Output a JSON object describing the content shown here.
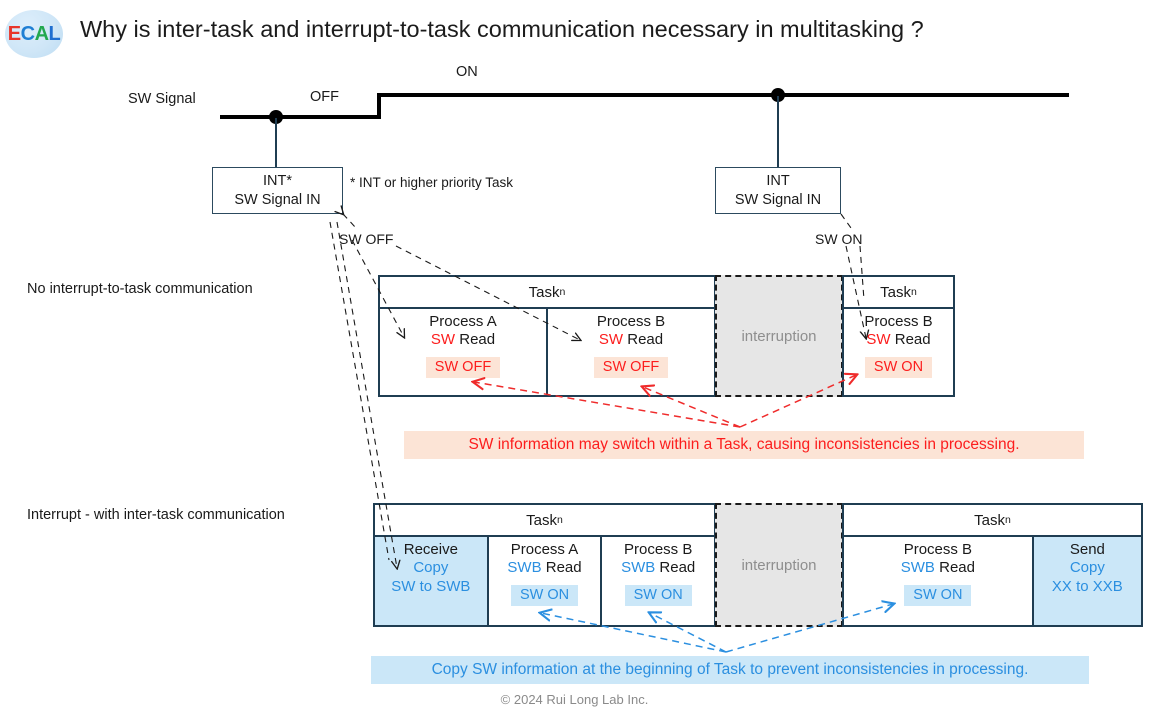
{
  "header": {
    "logo_text": "ECAL",
    "logo_letters": [
      "E",
      "C",
      "A",
      "L"
    ],
    "title": "Why is inter-task and interrupt-to-task communication necessary in multitasking ?"
  },
  "signal": {
    "name_label": "SW Signal",
    "off_label": "OFF",
    "on_label": "ON"
  },
  "int_boxes": [
    {
      "line1": "INT*",
      "line2": "SW Signal IN"
    },
    {
      "line1": "INT",
      "line2": "SW Signal IN"
    }
  ],
  "footnote": "* INT or higher priority Task",
  "annotations": {
    "sw_off": "SW OFF",
    "sw_on": "SW ON"
  },
  "rows": [
    {
      "title": "No interrupt-to-task communication",
      "left_task": {
        "header": "Task",
        "header_sub": "n",
        "cells": [
          {
            "line1": "Process A",
            "kw": "SW",
            "kw_rest": " Read",
            "chip": "SW OFF",
            "chip_style": "r",
            "fill": false
          },
          {
            "line1": "Process B",
            "kw": "SW",
            "kw_rest": " Read",
            "chip": "SW OFF",
            "chip_style": "r",
            "fill": false
          }
        ]
      },
      "interruption": "interruption",
      "right_task": {
        "header": "Task",
        "header_sub": "n",
        "cells": [
          {
            "line1": "Process B",
            "kw": "SW",
            "kw_rest": " Read",
            "chip": "SW ON",
            "chip_style": "r",
            "fill": false
          }
        ]
      },
      "banner": "SW information may switch within a Task, causing inconsistencies in processing.",
      "banner_style": "red"
    },
    {
      "title": "Interrupt - with inter-task communication",
      "left_task": {
        "header": "Task",
        "header_sub": "n",
        "cells": [
          {
            "line1": "Receive",
            "kw": "Copy",
            "kw2": "SW to SWB",
            "chip": "",
            "chip_style": "b",
            "fill": true
          },
          {
            "line1": "Process A",
            "kw": "SWB",
            "kw_rest": " Read",
            "chip": "SW ON",
            "chip_style": "b",
            "fill": false
          },
          {
            "line1": "Process B",
            "kw": "SWB",
            "kw_rest": " Read",
            "chip": "SW ON",
            "chip_style": "b",
            "fill": false
          }
        ]
      },
      "interruption": "interruption",
      "right_task": {
        "header": "Task",
        "header_sub": "n",
        "cells": [
          {
            "line1": "Process B",
            "kw": "SWB",
            "kw_rest": " Read",
            "chip": "SW ON",
            "chip_style": "b",
            "fill": false
          },
          {
            "line1": "Send",
            "kw": "Copy",
            "kw2": "XX to XXB",
            "chip": "",
            "chip_style": "b",
            "fill": true
          }
        ]
      },
      "banner": "Copy SW information at the beginning of Task to prevent inconsistencies in processing.",
      "banner_style": "blue"
    }
  ],
  "copyright": "© 2024 Rui Long Lab Inc.",
  "colors": {
    "red": "#fc1d1d",
    "red_chip_bg": "#fce4d6",
    "blue": "#2b8fe0",
    "blue_chip_bg": "#cbe7f8",
    "box_border": "#1f3d52",
    "interruption_bg": "#e6e6e6",
    "interruption_text": "#8e8e8e"
  }
}
